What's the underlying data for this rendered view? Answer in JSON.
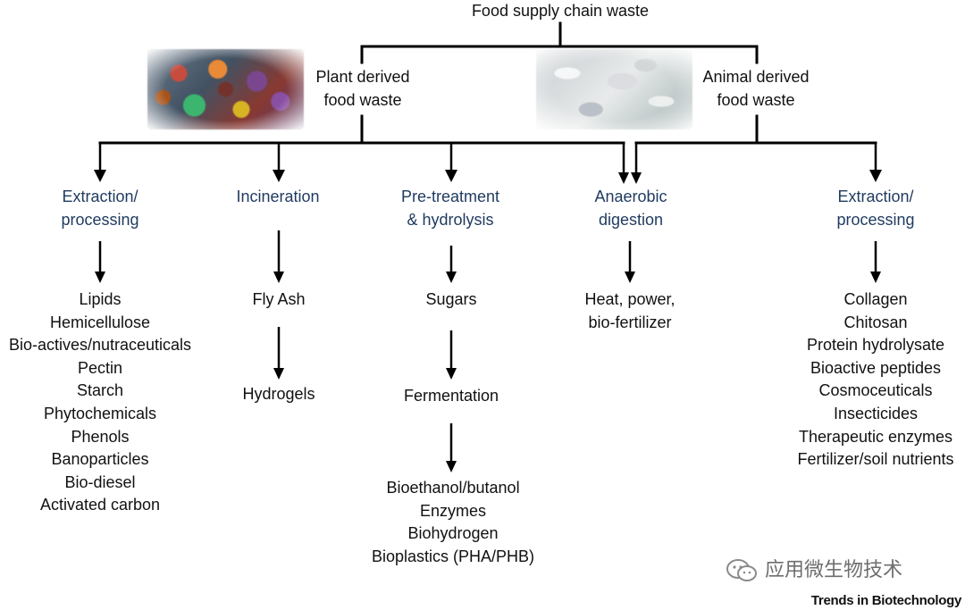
{
  "title": "Food supply chain waste",
  "plant": {
    "label_line1": "Plant derived",
    "label_line2": "food waste",
    "image": "mixed-vegetables-photo"
  },
  "animal": {
    "label_line1": "Animal derived",
    "label_line2": "food waste",
    "image": "shells-photo"
  },
  "branches": {
    "plant_extraction": {
      "title_line1": "Extraction/",
      "title_line2": "processing",
      "items": [
        "Lipids",
        "Hemicellulose",
        "Bio-actives/nutraceuticals",
        "Pectin",
        "Starch",
        "Phytochemicals",
        "Phenols",
        "Banoparticles",
        "Bio-diesel",
        "Activated carbon"
      ]
    },
    "incineration": {
      "title": "Incineration",
      "step1": "Fly Ash",
      "step2": "Hydrogels"
    },
    "pretreatment": {
      "title_line1": "Pre-treatment",
      "title_line2": "& hydrolysis",
      "step1": "Sugars",
      "step2": "Fermentation",
      "items": [
        "Bioethanol/butanol",
        "Enzymes",
        "Biohydrogen",
        "Bioplastics (PHA/PHB)"
      ]
    },
    "anaerobic": {
      "title_line1": "Anaerobic",
      "title_line2": "digestion",
      "items": [
        "Heat, power,",
        "bio-fertilizer"
      ]
    },
    "animal_extraction": {
      "title_line1": "Extraction/",
      "title_line2": "processing",
      "items": [
        "Collagen",
        "Chitosan",
        "Protein hydrolysate",
        "Bioactive peptides",
        "Cosmoceuticals",
        "Insecticides",
        "Therapeutic enzymes",
        "Fertilizer/soil nutrients"
      ]
    }
  },
  "watermark": "应用微生物技术",
  "credit": "Trends in Biotechnology",
  "colors": {
    "accent_text": "#1f3a5f",
    "line": "#000000"
  }
}
